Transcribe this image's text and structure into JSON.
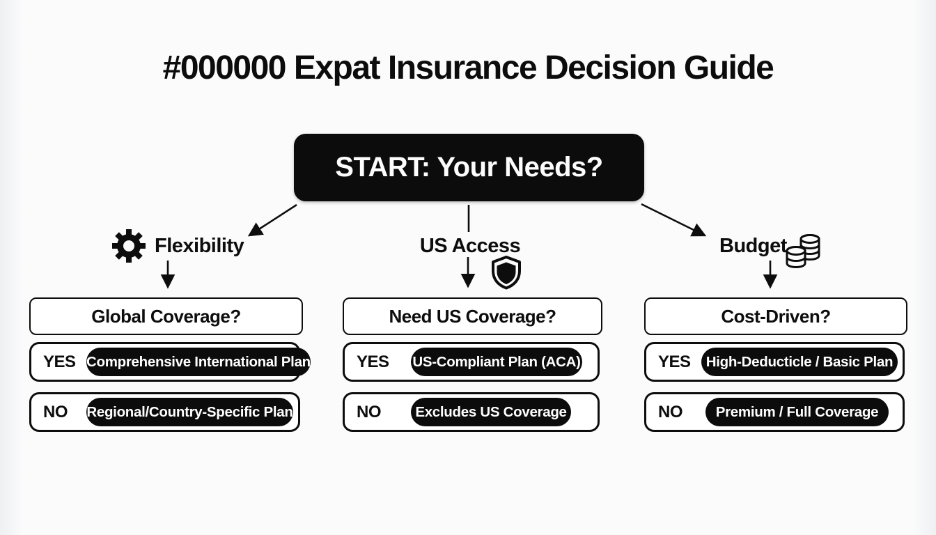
{
  "title": "#000000 Expat Insurance Decision Guide",
  "start": {
    "label": "START: Your Needs?"
  },
  "branches": [
    {
      "label": "Flexibility",
      "icon": "gear-icon",
      "question": "Global Coverage?",
      "yes_label": "YES",
      "yes_result": "Comprehensive International Plan",
      "no_label": "NO",
      "no_result": "Regional/Country-Specific Plan"
    },
    {
      "label": "US Access",
      "icon": "shield-icon",
      "question": "Need US Coverage?",
      "yes_label": "YES",
      "yes_result": "US-Compliant Plan (ACA)",
      "no_label": "NO",
      "no_result": "Excludes US Coverage"
    },
    {
      "label": "Budget",
      "icon": "coins-icon",
      "question": "Cost-Driven?",
      "yes_label": "YES",
      "yes_result": "High-Deducticle / Basic Plan",
      "no_label": "NO",
      "no_result": "Premium / Full Coverage"
    }
  ],
  "colors": {
    "accent": "#000000",
    "background": "#fbfbfc",
    "box_background": "#ffffff",
    "pill_background": "#0c0c0c",
    "pill_text": "#ffffff",
    "text": "#0d0d0d"
  }
}
